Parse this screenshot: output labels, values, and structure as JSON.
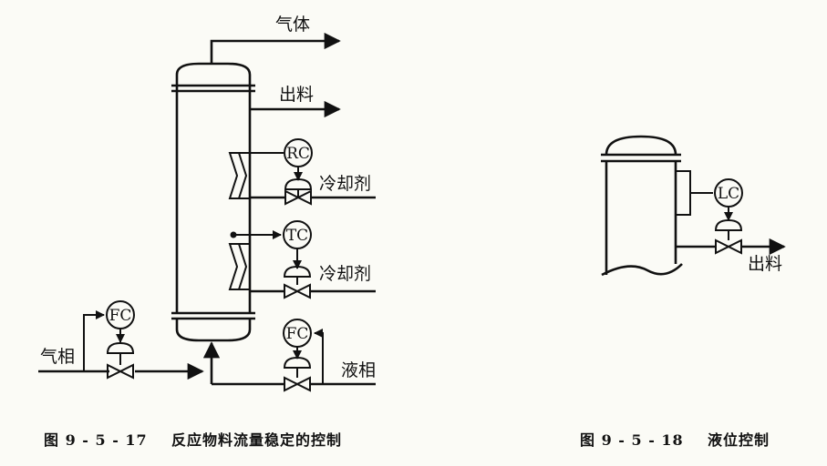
{
  "fig17": {
    "labels": {
      "gas_out": "气体",
      "product_out": "出料",
      "coolant_1": "冷却剂",
      "coolant_2": "冷却剂",
      "gas_phase": "气相",
      "liquid_phase": "液相"
    },
    "instruments": {
      "rc": "RC",
      "tc": "TC",
      "fc_gas": "FC",
      "fc_liquid": "FC"
    },
    "caption": {
      "number": "图 9 - 5 - 17",
      "title": "反应物料流量稳定的控制"
    }
  },
  "fig18": {
    "labels": {
      "product_out": "出料"
    },
    "instruments": {
      "lc": "LC"
    },
    "caption": {
      "number": "图 9 - 5 - 18",
      "title": "液位控制"
    }
  },
  "colors": {
    "line": "#111111",
    "background": "#fbfbf6"
  }
}
